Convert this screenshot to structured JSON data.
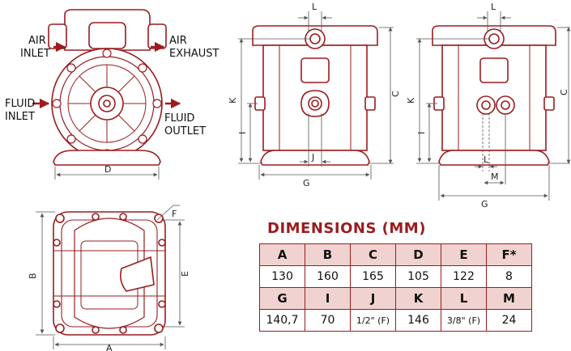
{
  "colors": {
    "pump": "#9a1c1f",
    "header_fill": "#f0d3d0",
    "dim_line": "#555555"
  },
  "labels": {
    "air_inlet": [
      "AIR",
      "INLET"
    ],
    "air_exhaust": [
      "AIR",
      "EXHAUST"
    ],
    "fluid_inlet": [
      "FLUID",
      "INLET"
    ],
    "fluid_outlet": [
      "FLUID",
      "OUTLET"
    ]
  },
  "dims": {
    "A": "A",
    "B": "B",
    "C": "C",
    "D": "D",
    "E": "E",
    "F": "F",
    "G": "G",
    "I": "I",
    "J": "J",
    "K": "K",
    "L": "L",
    "M": "M"
  },
  "title": "DIMENSIONS (MM)",
  "table": {
    "rows": [
      {
        "header": true,
        "cells": [
          "A",
          "B",
          "C",
          "D",
          "E",
          "F*"
        ]
      },
      {
        "header": false,
        "cells": [
          "130",
          "160",
          "165",
          "105",
          "122",
          "8"
        ]
      },
      {
        "header": true,
        "cells": [
          "G",
          "I",
          "J",
          "K",
          "L",
          "M"
        ]
      },
      {
        "header": false,
        "cells": [
          "140,7",
          "70",
          "1/2\" (F)",
          "146",
          "3/8\" (F)",
          "24"
        ]
      }
    ]
  }
}
